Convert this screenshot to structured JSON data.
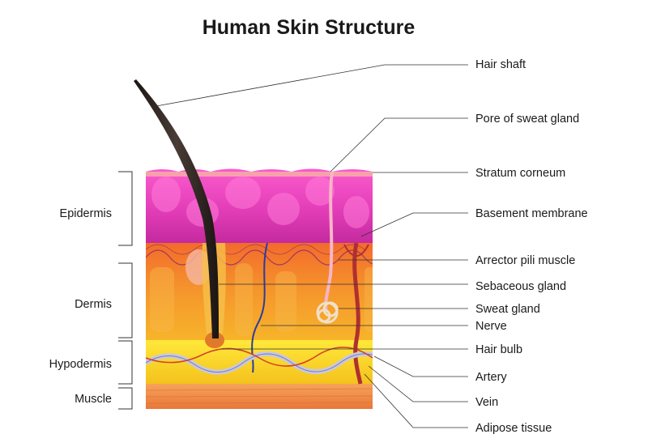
{
  "title": "Human Skin Structure",
  "layers": [
    {
      "key": "epidermis",
      "label": "Epidermis"
    },
    {
      "key": "dermis",
      "label": "Dermis"
    },
    {
      "key": "hypodermis",
      "label": "Hypodermis"
    },
    {
      "key": "muscle",
      "label": "Muscle"
    }
  ],
  "labels": {
    "hair_shaft": "Hair shaft",
    "pore": "Pore of sweat gland",
    "stratum": "Stratum corneum",
    "basement": "Basement membrane",
    "arrector": "Arrector pili muscle",
    "sebaceous": "Sebaceous gland",
    "sweat_gland": "Sweat gland",
    "nerve": "Nerve",
    "hair_bulb": "Hair bulb",
    "artery": "Artery",
    "vein": "Vein",
    "adipose": "Adipose tissue"
  },
  "colors": {
    "epidermis": "#e23db8",
    "dermis": "#f39a2a",
    "hypodermis": "#f6d31e",
    "muscle": "#f08a3a",
    "hair": "#2a221f"
  }
}
